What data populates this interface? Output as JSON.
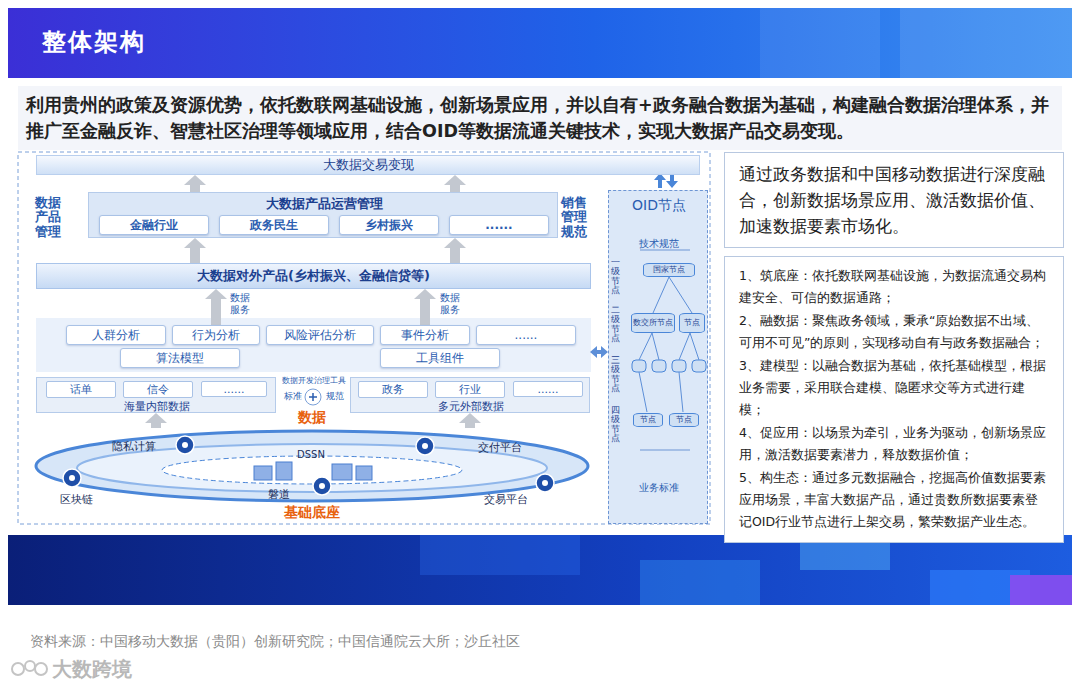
{
  "diagram": {
    "title": "整体架构",
    "caption": "资料来源：中国移动大数据（贵阳）创新研究院；中国信通院云大所；沙丘社区",
    "nodes": [
      {
        "text": [
          "利用贵州的政策及资源优势，依托数联网基础设施，创新场景应用，并以自有+政务融合数据为基础，构建融合数据治理体系，并推广至金融反诈、智慧社区治理等领域应用，结合OID等数据流通关键技术，实现大数据产品交易变现。"
        ]
      },
      {
        "text": [
          "大数据交易变现"
        ]
      },
      {
        "text": [
          "大数据产品运营管理"
        ]
      },
      {
        "text": [
          "金融行业"
        ],
        "in": 2
      },
      {
        "text": [
          "政务民生"
        ],
        "in": 2
      },
      {
        "text": [
          "乡村振兴"
        ],
        "in": 2
      },
      {
        "text": [
          "......"
        ],
        "in": 2
      },
      {
        "text": [
          "大数据对外产品(乡村振兴、金融信贷等)"
        ]
      },
      {
        "text": [
          "人群分析"
        ]
      },
      {
        "text": [
          "行为分析"
        ]
      },
      {
        "text": [
          "风险评估分析"
        ]
      },
      {
        "text": [
          "事件分析"
        ]
      },
      {
        "text": [
          "......"
        ]
      },
      {
        "text": [
          "算法模型"
        ]
      },
      {
        "text": [
          "工具组件"
        ]
      },
      {
        "text": [
          "海量内部数据"
        ]
      },
      {
        "text": [
          "话单"
        ],
        "in": 15
      },
      {
        "text": [
          "信令"
        ],
        "in": 15
      },
      {
        "text": [
          "......"
        ],
        "in": 15
      },
      {
        "text": [
          "多元外部数据"
        ]
      },
      {
        "text": [
          "政务"
        ],
        "in": 19
      },
      {
        "text": [
          "行业"
        ],
        "in": 19
      },
      {
        "text": [
          "......"
        ],
        "in": 19
      },
      {
        "text": [
          "基础底座"
        ]
      },
      {
        "text": [
          "OID节点",
          "技术规范",
          "业务标准"
        ]
      },
      {
        "text": [
          "国家节点"
        ],
        "in": 24
      },
      {
        "text": [
          "数交所节点"
        ],
        "in": 24
      },
      {
        "text": [
          "节点"
        ],
        "in": 24
      },
      {
        "text": [
          "节点"
        ],
        "in": 24
      },
      {
        "text": [
          "节点"
        ],
        "in": 24
      },
      {
        "text": [
          "通过政务数据和中国移动数据进行深度融合，创新数据场景应用、激活数据价值、加速数据要素市场化。"
        ]
      },
      {
        "text": [
          "1、筑底座：依托数联网基础设施，为数据流通交易构建安全、可信的数据通路；",
          "2、融数据：聚焦政务领域，秉承“原始数据不出域、可用不可见”的原则，实现移动自有与政务数据融合；",
          "3、建模型：以融合数据为基础，依托基础模型，根据业务需要，采用联合建模、隐匿求交等方式进行建模；",
          "4、促应用：以场景为牵引，业务为驱动，创新场景应用，激活数据要素潜力，释放数据价值；",
          "5、构生态：通过多元数据融合，挖掘高价值数据要素应用场景，丰富大数据产品，通过贵数所数据要素登记OID行业节点进行上架交易，繁荣数据产业生态。"
        ]
      }
    ],
    "edges": [
      {
        "from": 2,
        "to": 1,
        "arrow": "to"
      },
      {
        "from": 2,
        "to": 1,
        "arrow": "to"
      },
      {
        "from": 7,
        "to": 2,
        "arrow": "to"
      },
      {
        "from": 7,
        "to": 2,
        "arrow": "to"
      },
      {
        "from": 9,
        "to": 7,
        "label": "数据服务",
        "arrow": "to"
      },
      {
        "from": 11,
        "to": 7,
        "label": "数据服务",
        "arrow": "to"
      },
      {
        "from": 23,
        "to": 15,
        "arrow": "to"
      },
      {
        "from": 23,
        "to": 19,
        "arrow": "to"
      },
      {
        "from": 25,
        "to": 26,
        "arrow": "none"
      },
      {
        "from": 25,
        "to": 27,
        "arrow": "none"
      }
    ],
    "labels": [
      "数据产品管理",
      "销售管理规范",
      "数据开发治理工具",
      "标准",
      "规范",
      "数据",
      "隐私计算",
      "交付平台",
      "DSSN",
      "区块链",
      "磐道",
      "交易平台",
      "一级节点",
      "二级节点",
      "三级节点",
      "四级节点",
      "大数跨境"
    ]
  }
}
